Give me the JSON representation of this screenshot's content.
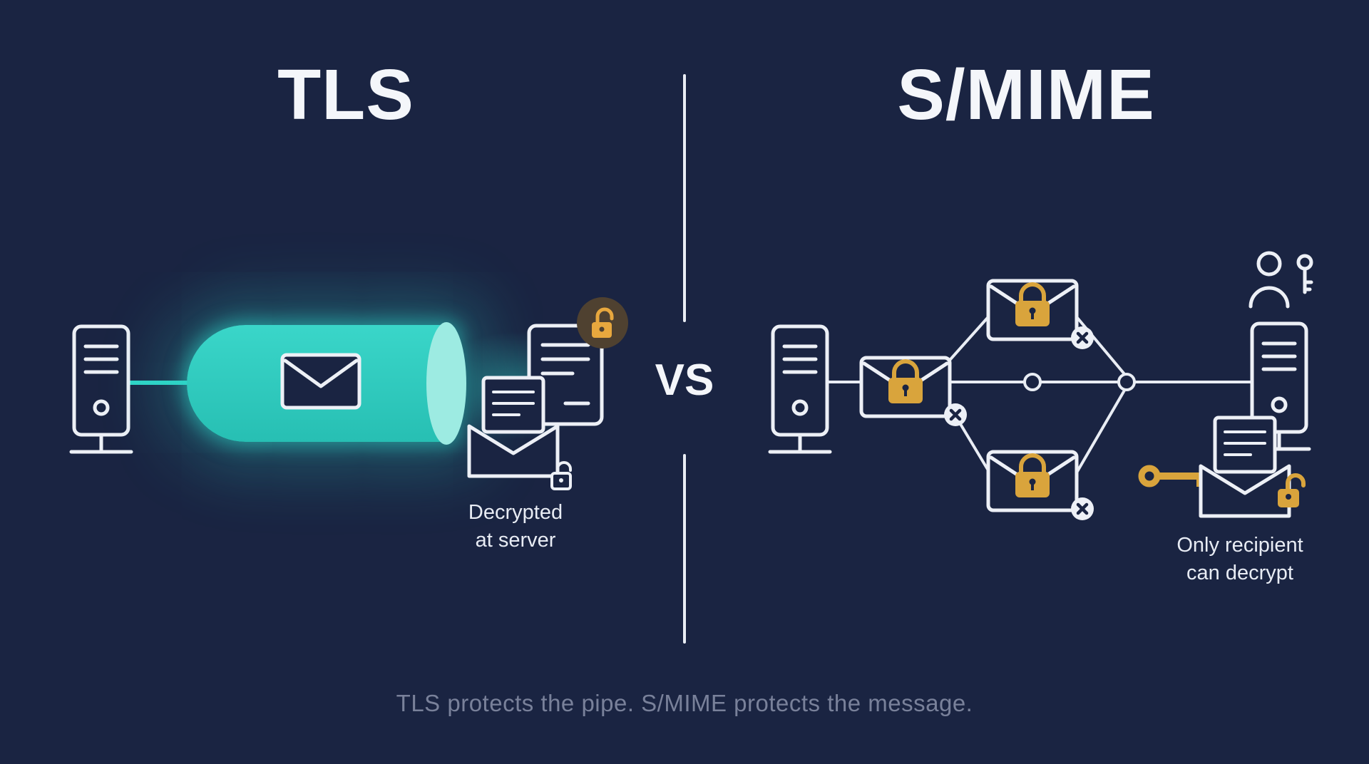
{
  "left_panel": {
    "title": "TLS",
    "caption_line1": "Decrypted",
    "caption_line2": "at server"
  },
  "divider": {
    "label": "VS"
  },
  "right_panel": {
    "title": "S/MIME",
    "caption_line1": "Only recipient",
    "caption_line2": "can decrypt"
  },
  "footer": {
    "caption": "TLS protects the pipe. S/MIME protects the message."
  },
  "colors": {
    "background": "#1a2442",
    "icon_stroke": "#edf0f6",
    "teal_pipe": "#2fd4c6",
    "teal_cap": "#9debe2",
    "gold": "#d9a43c",
    "badge_circle_brown": "#4f4130",
    "badge_lock_orange": "#e8a83e",
    "muted_text": "#79819a"
  },
  "icons": {
    "left": [
      "server-icon",
      "secure-pipe",
      "envelope-icon",
      "document-icon",
      "unlocked-padlock-badge-icon",
      "open-envelope-icon",
      "unlocked-padlock-icon"
    ],
    "right": [
      "server-icon",
      "locked-envelope-icon",
      "x-badge-icon",
      "relay-node-dot",
      "user-key-icon",
      "server-icon",
      "gold-key-icon",
      "open-envelope-icon",
      "unlocked-padlock-icon"
    ]
  }
}
